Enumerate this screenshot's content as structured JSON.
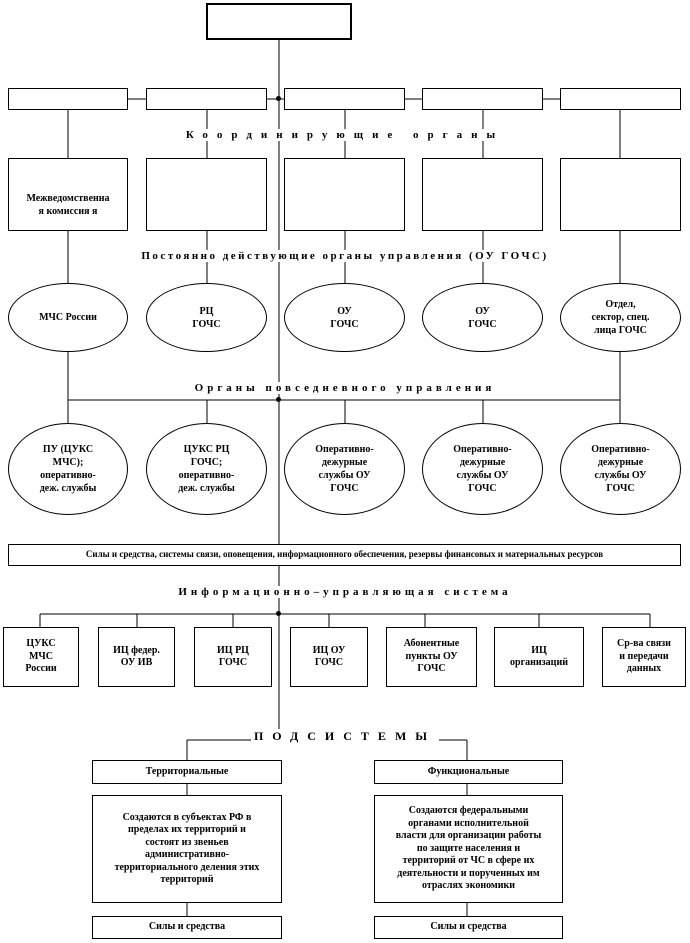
{
  "top_box": {
    "label": ""
  },
  "row1_boxes": [
    "",
    "",
    "",
    "",
    ""
  ],
  "headers": {
    "coordinating": "Координирующие органы",
    "permanent": "Постоянно действующие органы управления (ОУ ГОЧС)",
    "daily": "Органы повседневного управления",
    "info_system": "Информационно–управляющая система",
    "subsystems": "ПОДСИСТЕМЫ"
  },
  "coordinating_boxes": [
    "Межведомственна\nя комиссия я",
    "",
    "",
    "",
    ""
  ],
  "permanent_ovals": [
    "МЧС России",
    "РЦ\nГОЧС",
    "ОУ\nГОЧС",
    "ОУ\nГОЧС",
    "Отдел,\nсектор, спец.\nлица ГОЧС"
  ],
  "daily_ovals": [
    "ПУ (ЦУКС\nМЧС);\nоперативно-\nдеж. службы",
    "ЦУКС РЦ\nГОЧС;\nоперативно-\nдеж. службы",
    "Оперативно-\nдежурные\nслужбы ОУ\nГОЧС",
    "Оперативно-\nдежурные\nслужбы ОУ\nГОЧС",
    "Оперативно-\nдежурные\nслужбы ОУ\nГОЧС"
  ],
  "resources_bar": "Силы и средства, системы связи, оповещения, информационного обеспечения, резервы финансовых и материальных ресурсов",
  "info_boxes": [
    "ЦУКС\nМЧС\nРоссии",
    "ИЦ федер.\nОУ ИВ",
    "ИЦ РЦ\nГОЧС",
    "ИЦ ОУ\nГОЧС",
    "Абонентные\nпункты ОУ\nГОЧС",
    "ИЦ\nорганизаций",
    "Ср-ва связи\nи передачи\nданных"
  ],
  "subsystems": {
    "territorial": {
      "title": "Территориальные",
      "description": "Создаются в субъектах РФ в\nпределах их территорий и\nсостоят из звеньев\nадминистративно-\nтерриториального деления этих\nтерриторий",
      "forces": "Силы и средства"
    },
    "functional": {
      "title": "Функциональные",
      "description": "Создаются федеральными\nорганами исполнительной\nвласти для организации работы\nпо защите населения и\nтерриторий от ЧС в сфере их\nдеятельности и порученных им\nотраслях экономики",
      "forces": "Силы и средства"
    }
  }
}
